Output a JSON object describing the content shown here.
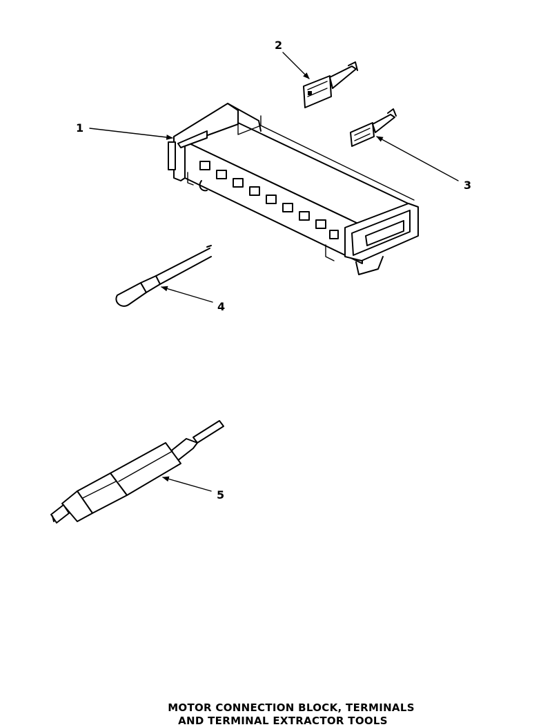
{
  "callouts": {
    "c1": "1",
    "c2": "2",
    "c3": "3",
    "c4": "4",
    "c5": "5"
  },
  "caption": {
    "line1": "MOTOR CONNECTION BLOCK, TERMINALS",
    "line2": "AND TERMINAL EXTRACTOR TOOLS"
  }
}
